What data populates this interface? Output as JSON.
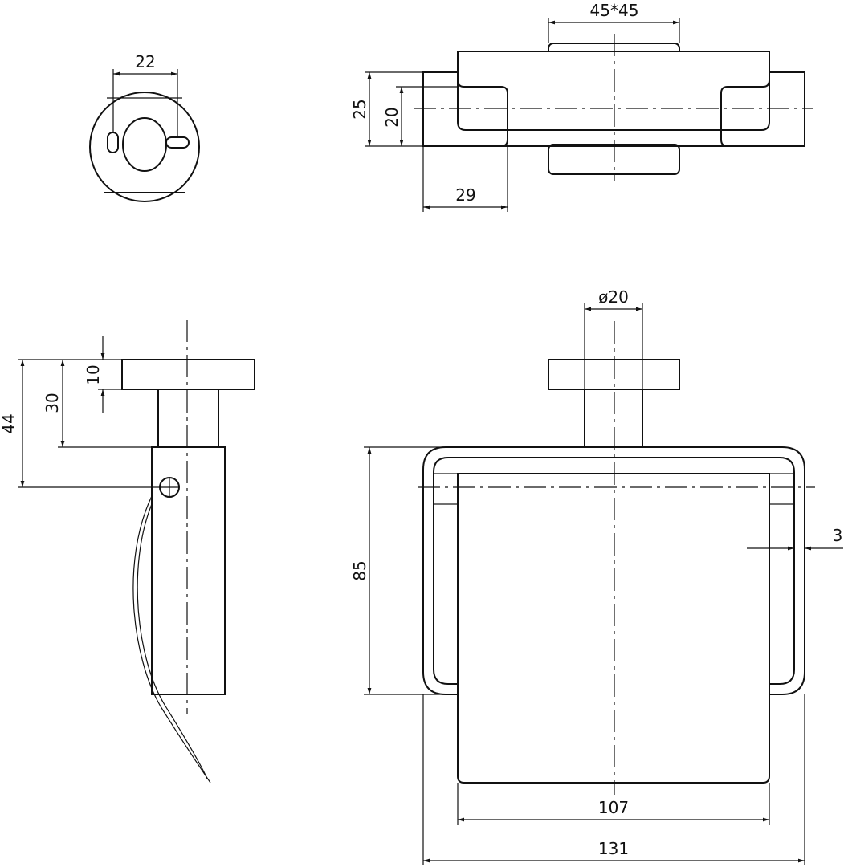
{
  "drawing": {
    "dimensions": {
      "mount_slot_spacing": "22",
      "base_size": "45*45",
      "height_outer": "25",
      "height_inner": "20",
      "side_depth": "29",
      "plate_thickness": "10",
      "post_length": "30",
      "pivot_offset": "44",
      "post_diameter": "ø20",
      "frame_height": "85",
      "wire_thickness": "3",
      "roll_width": "107",
      "overall_width": "131"
    }
  }
}
